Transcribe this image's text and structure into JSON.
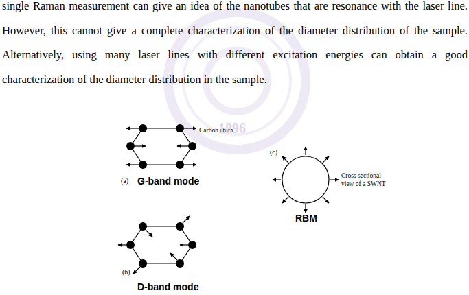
{
  "diagram": {
    "labels": [
      "single Raman measurement can give an idea of the nanotubes that are resonance with the laser line. However, this cannot give a complete characterization of the diameter distribution of the sample. Alternatively, using many laser lines with different excitation energies can obtain a good characterization of the diameter distribution in the sample.",
      "Carbon atom",
      "(a)",
      "G-band mode",
      "(b)",
      "D-band mode",
      "(c)",
      "Cross sectional view of a SWNT",
      "RBM",
      "1896"
    ]
  }
}
